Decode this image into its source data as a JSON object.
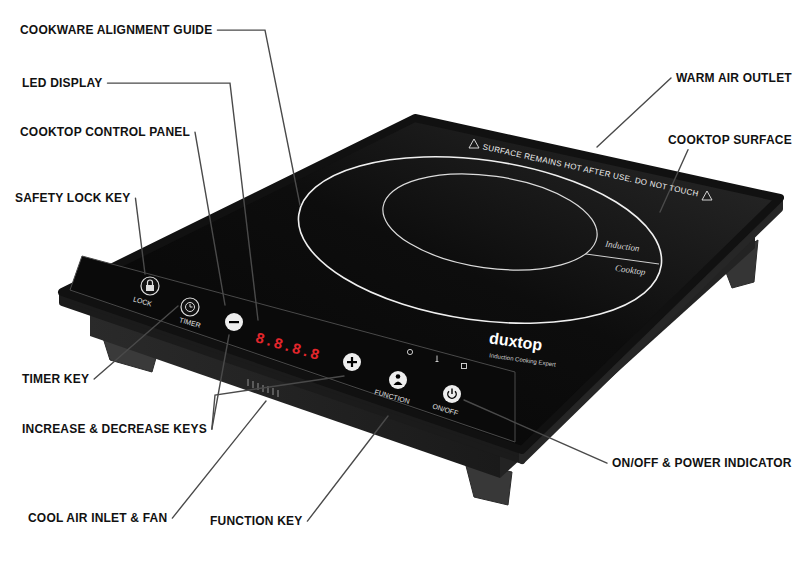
{
  "diagram": {
    "labels": [
      "COOKWARE ALIGNMENT GUIDE",
      "LED DISPLAY",
      "COOKTOP CONTROL PANEL",
      "SAFETY LOCK KEY",
      "TIMER KEY",
      "INCREASE & DECREASE KEYS",
      "COOL AIR INLET & FAN",
      "FUNCTION KEY",
      "ON/OFF & POWER INDICATOR",
      "WARM AIR OUTLET",
      "COOKTOP SURFACE",
      "SURFACE REMAINS HOT AFTER USE. DO NOT TOUCH",
      "Induction",
      "Cooktop",
      "duxtop",
      "Induction Cooking Expert",
      "8.8.8.8",
      "LOCK",
      "TIMER",
      "FUNCTION",
      "ON/OFF"
    ]
  }
}
